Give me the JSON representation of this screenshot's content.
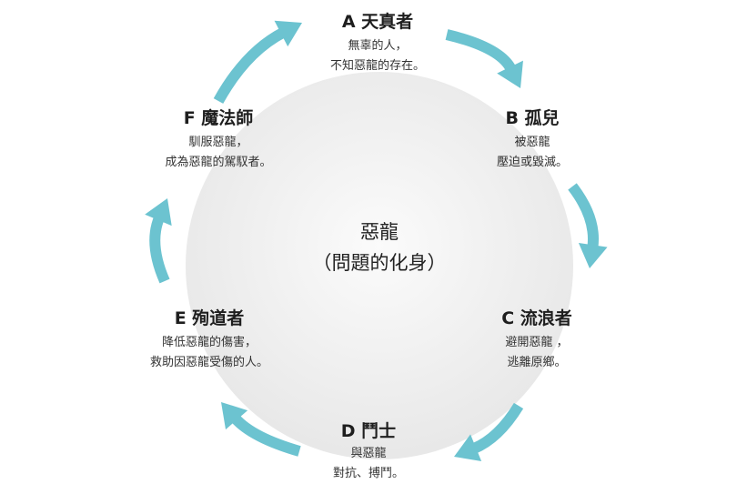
{
  "center": {
    "line1": "惡龍",
    "line2": "（問題的化身）"
  },
  "nodes": [
    {
      "id": "a",
      "title": "A 天真者",
      "desc": [
        "無辜的人，",
        "不知惡龍的存在。"
      ]
    },
    {
      "id": "b",
      "title": "B 孤兒",
      "desc": [
        "被惡龍",
        "壓迫或毀滅。"
      ]
    },
    {
      "id": "c",
      "title": "C 流浪者",
      "desc": [
        "避開惡龍 ，",
        "逃離原鄉。"
      ]
    },
    {
      "id": "d",
      "title": "D 鬥士",
      "desc": [
        "與惡龍",
        "對抗、搏鬥。"
      ]
    },
    {
      "id": "e",
      "title": "E 殉道者",
      "desc": [
        "降低惡龍的傷害，",
        "救助因惡龍受傷的人。"
      ]
    },
    {
      "id": "f",
      "title": "F 魔法師",
      "desc": [
        "馴服惡龍，",
        "成為惡龍的駕馭者。"
      ]
    }
  ],
  "colors": {
    "arrow": "#6cc3d0",
    "circle_inner": "#f7f7f7",
    "circle_outer": "#dedede"
  }
}
